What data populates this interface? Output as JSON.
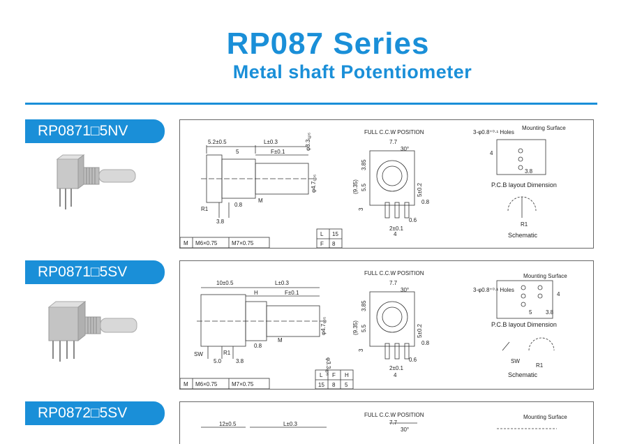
{
  "header": {
    "title": "RP087 Series",
    "subtitle": "Metal shaft Potentiometer"
  },
  "products": [
    {
      "tag": "RP0871□5NV",
      "dims": {
        "d1": "5.2±0.5",
        "d2": "L±0.3",
        "d3": "5",
        "d4": "F±0.1",
        "d5": "φ3.3₀̰₀₅",
        "d6": "φ4.7₀̰₀₅",
        "d7": "M",
        "d8": "0.8",
        "d9": "R1",
        "d10": "3.8"
      },
      "front": {
        "label": "FULL C.C.W POSITION",
        "w": "7.7",
        "ang": "30°",
        "h1": "3.85",
        "h2": "(9.35)",
        "h3": "5.5",
        "h4": "5±0.2",
        "h5": "0.8",
        "h6": "3",
        "h7": "0.6",
        "h8": "2±0.1",
        "h9": "4"
      },
      "pcb": {
        "holes": "3-φ0.8⁺⁰·¹ Holes",
        "surface": "Mounting Surface",
        "v1": "4",
        "v2": "3.8",
        "title": "P.C.B layout Dimension"
      },
      "schematic": {
        "r1": "R1",
        "label": "Schematic"
      },
      "thread_table": {
        "m": "M",
        "m6": "M6×0.75",
        "m7": "M7×0.75"
      },
      "size_table": {
        "headers": [
          "L"
        ],
        "rows": [
          [
            "15"
          ]
        ],
        "f_label": "F",
        "f_value": "8"
      }
    },
    {
      "tag": "RP0871□5SV",
      "dims": {
        "d1": "10±0.5",
        "d2": "L±0.3",
        "d3": "H",
        "d4": "F±0.1",
        "d5": "φ3.3₀̰₀₅",
        "d6": "φ4.7₀̰₀₅",
        "d7": "M",
        "d8": "0.8",
        "d9": "R1",
        "d10": "3.8",
        "d11": "SW",
        "d12": "5.0"
      },
      "front": {
        "label": "FULL C.C.W POSITION",
        "w": "7.7",
        "ang": "30°",
        "h1": "3.85",
        "h2": "(9.35)",
        "h3": "5.5",
        "h4": "5±0.2",
        "h5": "0.8",
        "h6": "3",
        "h7": "0.6",
        "h8": "2±0.1",
        "h9": "4"
      },
      "pcb": {
        "holes": "3-φ0.8⁺⁰·¹ Holes",
        "surface": "Mounting Surface",
        "v1": "4",
        "v2": "5",
        "v3": "3.8",
        "title": "P.C.B layout Dimension"
      },
      "schematic": {
        "sw": "SW",
        "r1": "R1",
        "label": "Schematic"
      },
      "thread_table": {
        "m": "M",
        "m6": "M6×0.75",
        "m7": "M7×0.75"
      },
      "size_table": {
        "headers": [
          "L",
          "F",
          "H"
        ],
        "values": [
          "15",
          "8",
          "5"
        ]
      }
    },
    {
      "tag": "RP0872□5SV",
      "dims": {
        "d1": "12±0.5",
        "d2": "L±0.3"
      },
      "front": {
        "label": "FULL C.C.W POSITION",
        "w": "7.7",
        "ang": "30°"
      },
      "pcb": {
        "surface": "Mounting Surface"
      }
    }
  ],
  "colors": {
    "accent": "#1a8fd8"
  }
}
